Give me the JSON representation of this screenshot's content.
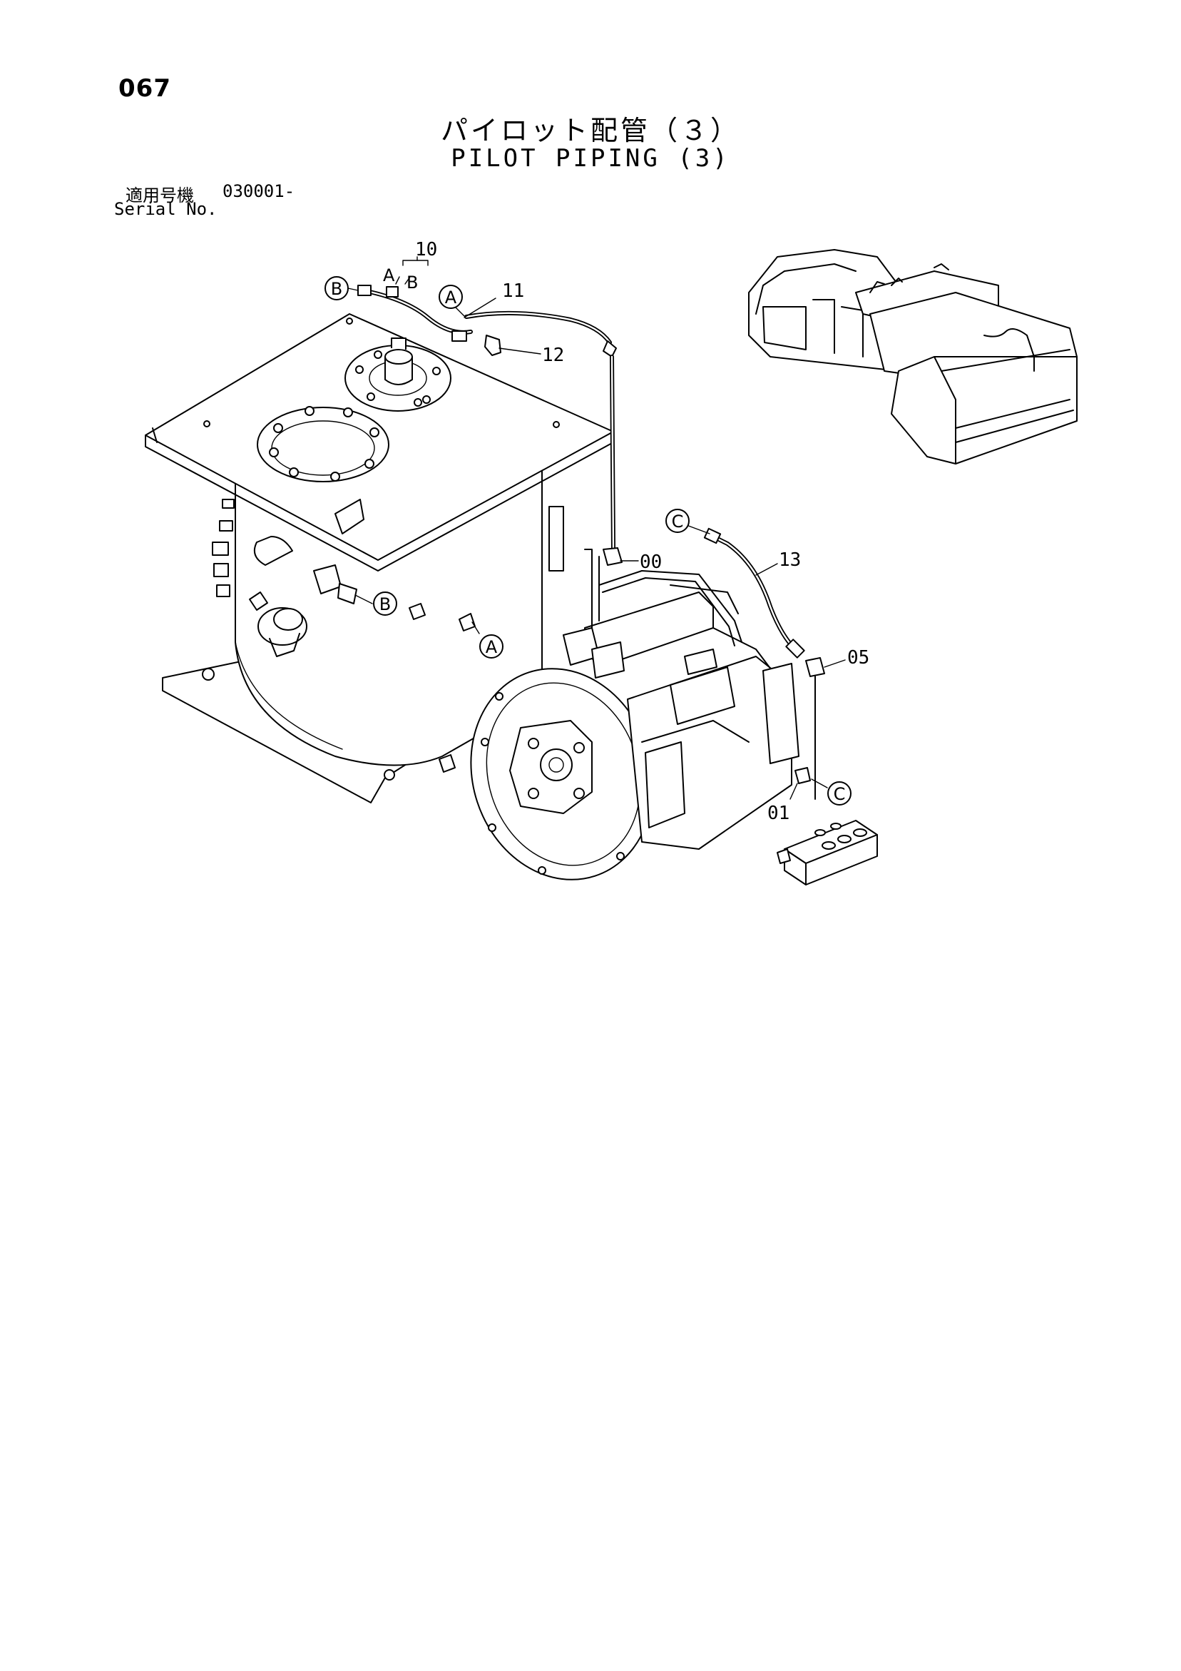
{
  "header": {
    "page_number": "067",
    "title_jp": "パイロット配管（３）",
    "title_en": "PILOT PIPING (3)"
  },
  "serial": {
    "label_jp": "適用号機",
    "code": "030001-",
    "label_en": "Serial No."
  },
  "callouts": {
    "p10": "10",
    "p11": "11",
    "p12": "12",
    "p00": "00",
    "p13": "13",
    "p05": "05",
    "p01": "01"
  },
  "hose_ends": {
    "a": "A",
    "b": "B"
  },
  "references": {
    "a": "A",
    "b": "B",
    "c": "C"
  }
}
